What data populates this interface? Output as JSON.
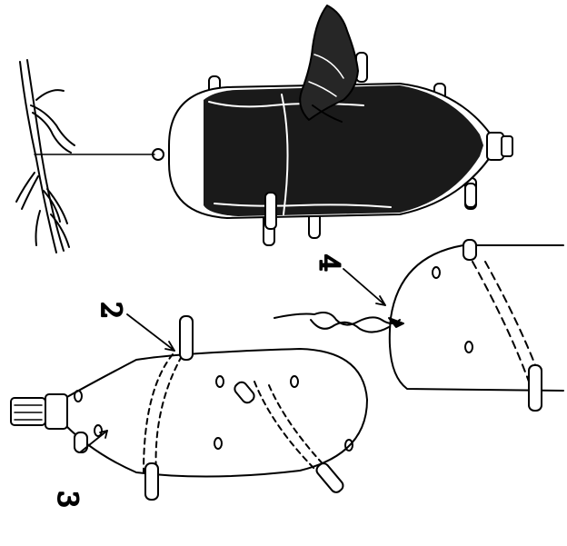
{
  "labels": {
    "two": "2",
    "three": "3",
    "four": "4"
  },
  "colors": {
    "ink": "#000000",
    "paper": "#ffffff",
    "seed": "#1a1a1a"
  }
}
